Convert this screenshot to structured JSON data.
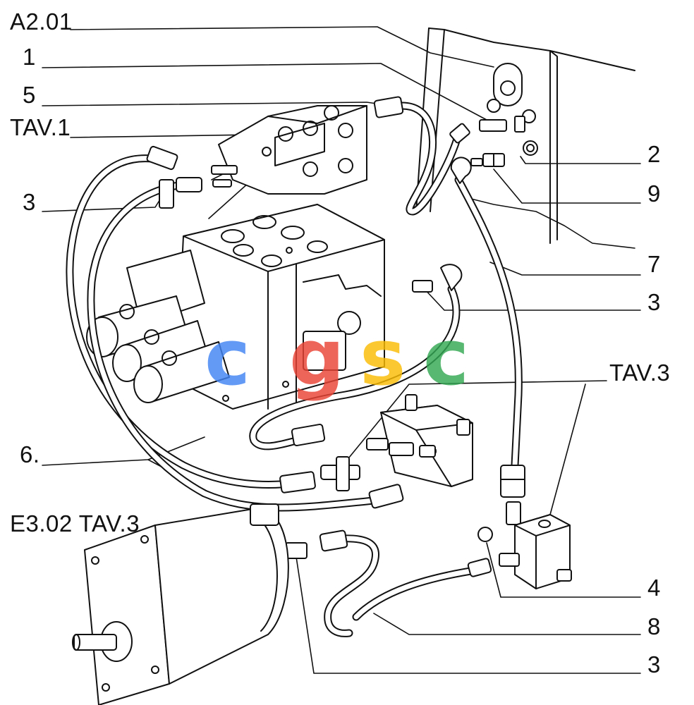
{
  "labels": {
    "a201": "A2.01",
    "n1": "1",
    "n5": "5",
    "tav1": "TAV.1",
    "n3_left": "3",
    "n2": "2",
    "n9": "9",
    "n7": "7",
    "n3_right_upper": "3",
    "tav3_right": "TAV.3",
    "n6": "6.",
    "e302": "E3.02 TAV.3",
    "n4": "4",
    "n8": "8",
    "n3_bottom": "3"
  },
  "watermark": {
    "letters": [
      "c",
      "g",
      "s",
      "c"
    ],
    "colors": [
      "#4285f4",
      "#ea4335",
      "#fbbc05",
      "#34a853"
    ]
  }
}
